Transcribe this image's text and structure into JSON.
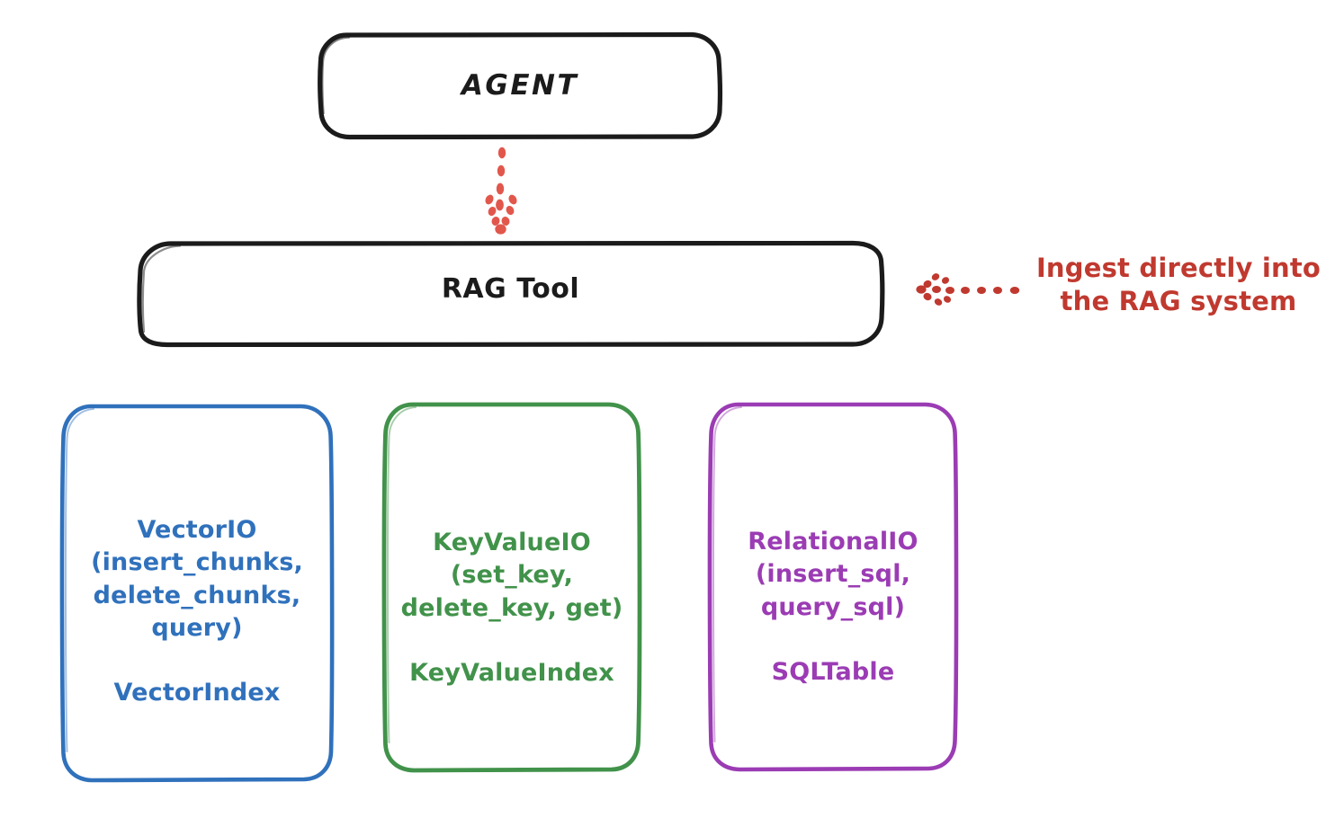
{
  "diagram": {
    "title": "RAG Tool architecture sketch",
    "style": "hand-drawn whiteboard sketch",
    "background_color": "#ffffff"
  },
  "nodes": {
    "agent": {
      "label": "AGENT",
      "stroke_color": "#1b1b1b",
      "text_color": "#1b1b1b"
    },
    "rag_tool": {
      "label": "RAG Tool",
      "stroke_color": "#1b1b1b",
      "text_color": "#1b1b1b"
    },
    "vector_io": {
      "title": "VectorIO\n(insert_chunks,\ndelete_chunks,\nquery)",
      "subtitle": "VectorIndex",
      "stroke_color": "#3071bc",
      "text_color": "#3071bc"
    },
    "key_value_io": {
      "title": "KeyValueIO\n(set_key,\ndelete_key, get)",
      "subtitle": "KeyValueIndex",
      "stroke_color": "#41924a",
      "text_color": "#41924a"
    },
    "relational_io": {
      "title": "RelationalIO\n(insert_sql,\nquery_sql)",
      "subtitle": "SQLTable",
      "stroke_color": "#9b3cb4",
      "text_color": "#9b3cb4"
    }
  },
  "connectors": {
    "agent_to_rag": {
      "icon": "dotted-down-arrow-icon",
      "color": "#e2574c",
      "from": "AGENT",
      "to": "RAG Tool",
      "style": "dotted"
    },
    "ingest_arrow": {
      "icon": "dotted-left-arrow-icon",
      "color": "#c0392f",
      "style": "dotted",
      "points_to": "RAG Tool"
    }
  },
  "annotations": {
    "ingest": {
      "text": "Ingest directly into\nthe RAG system",
      "color": "#c0392f"
    }
  }
}
